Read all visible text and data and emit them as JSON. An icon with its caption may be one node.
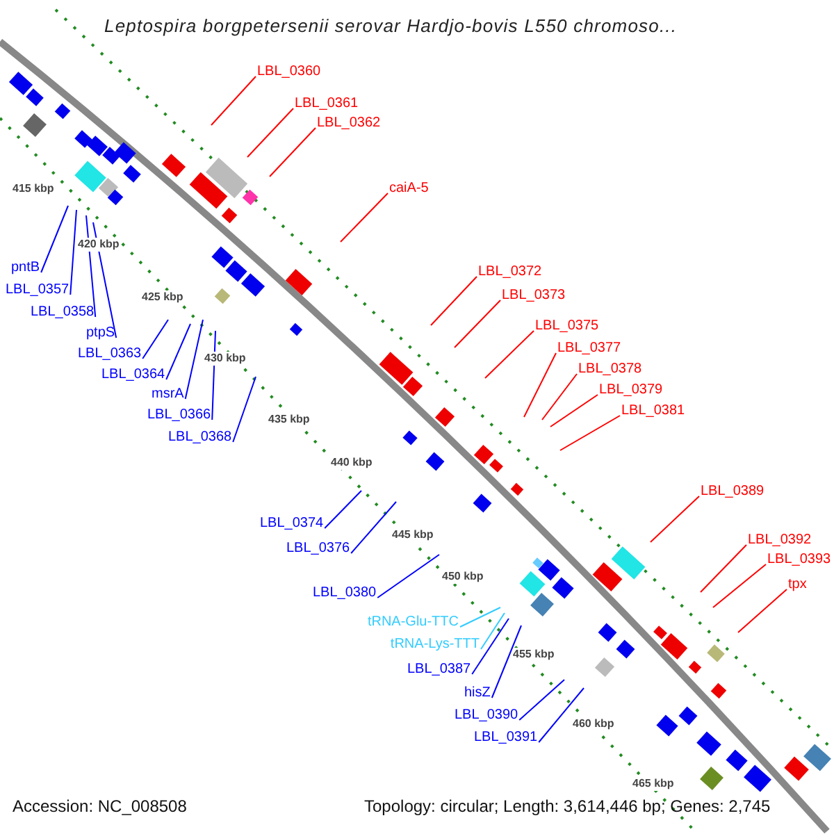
{
  "diagram": {
    "title": "Leptospira borgpetersenii serovar Hardjo-bovis L550 chromoso...",
    "nodes": [
      {
        "text": [
          "LBL_0360"
        ]
      },
      {
        "text": [
          "LBL_0361"
        ]
      },
      {
        "text": [
          "LBL_0362"
        ]
      },
      {
        "text": [
          "caiA-5"
        ]
      },
      {
        "text": [
          "LBL_0372"
        ]
      },
      {
        "text": [
          "LBL_0373"
        ]
      },
      {
        "text": [
          "LBL_0375"
        ]
      },
      {
        "text": [
          "LBL_0377"
        ]
      },
      {
        "text": [
          "LBL_0378"
        ]
      },
      {
        "text": [
          "LBL_0379"
        ]
      },
      {
        "text": [
          "LBL_0381"
        ]
      },
      {
        "text": [
          "LBL_0389"
        ]
      },
      {
        "text": [
          "LBL_0392"
        ]
      },
      {
        "text": [
          "LBL_0393"
        ]
      },
      {
        "text": [
          "tpx"
        ]
      },
      {
        "text": [
          "pntB"
        ]
      },
      {
        "text": [
          "LBL_0357"
        ]
      },
      {
        "text": [
          "LBL_0358"
        ]
      },
      {
        "text": [
          "ptpS"
        ]
      },
      {
        "text": [
          "LBL_0363"
        ]
      },
      {
        "text": [
          "LBL_0364"
        ]
      },
      {
        "text": [
          "msrA"
        ]
      },
      {
        "text": [
          "LBL_0366"
        ]
      },
      {
        "text": [
          "LBL_0368"
        ]
      },
      {
        "text": [
          "LBL_0374"
        ]
      },
      {
        "text": [
          "LBL_0376"
        ]
      },
      {
        "text": [
          "LBL_0380"
        ]
      },
      {
        "text": [
          "tRNA-Glu-TTC"
        ]
      },
      {
        "text": [
          "tRNA-Lys-TTT"
        ]
      },
      {
        "text": [
          "LBL_0387"
        ]
      },
      {
        "text": [
          "hisZ"
        ]
      },
      {
        "text": [
          "LBL_0390"
        ]
      },
      {
        "text": [
          "LBL_0391"
        ]
      }
    ],
    "edges": [
      {
        "from": 0,
        "to": null,
        "arrow": "none",
        "color": "#ff0000"
      },
      {
        "from": 1,
        "to": null,
        "arrow": "none",
        "color": "#ff0000"
      },
      {
        "from": 2,
        "to": null,
        "arrow": "none",
        "color": "#ff0000"
      },
      {
        "from": 3,
        "to": null,
        "arrow": "none",
        "color": "#ff0000"
      },
      {
        "from": 4,
        "to": null,
        "arrow": "none",
        "color": "#ff0000"
      },
      {
        "from": 5,
        "to": null,
        "arrow": "none",
        "color": "#ff0000"
      },
      {
        "from": 6,
        "to": null,
        "arrow": "none",
        "color": "#ff0000"
      },
      {
        "from": 7,
        "to": null,
        "arrow": "none",
        "color": "#ff0000"
      },
      {
        "from": 8,
        "to": null,
        "arrow": "none",
        "color": "#ff0000"
      },
      {
        "from": 9,
        "to": null,
        "arrow": "none",
        "color": "#ff0000"
      },
      {
        "from": 10,
        "to": null,
        "arrow": "none",
        "color": "#ff0000"
      },
      {
        "from": 11,
        "to": null,
        "arrow": "none",
        "color": "#ff0000"
      },
      {
        "from": 12,
        "to": null,
        "arrow": "none",
        "color": "#ff0000"
      },
      {
        "from": 13,
        "to": null,
        "arrow": "none",
        "color": "#ff0000"
      },
      {
        "from": 14,
        "to": null,
        "arrow": "none",
        "color": "#ff0000"
      },
      {
        "from": 15,
        "to": null,
        "arrow": "none"
      },
      {
        "from": 16,
        "to": null,
        "arrow": "none"
      },
      {
        "from": 17,
        "to": null,
        "arrow": "none"
      },
      {
        "from": 18,
        "to": null,
        "arrow": "none"
      },
      {
        "from": 19,
        "to": null,
        "arrow": "none"
      },
      {
        "from": 20,
        "to": null,
        "arrow": "none"
      },
      {
        "from": 21,
        "to": null,
        "arrow": "none"
      },
      {
        "from": 22,
        "to": null,
        "arrow": "none"
      },
      {
        "from": 23,
        "to": null,
        "arrow": "none"
      },
      {
        "from": 24,
        "to": null,
        "arrow": "none"
      },
      {
        "from": 25,
        "to": null,
        "arrow": "none"
      },
      {
        "from": 26,
        "to": null,
        "arrow": "none"
      },
      {
        "from": 27,
        "to": null,
        "arrow": "none",
        "color": "#33ccff"
      },
      {
        "from": 28,
        "to": null,
        "arrow": "none",
        "color": "#33ccff"
      },
      {
        "from": 29,
        "to": null,
        "arrow": "none"
      },
      {
        "from": 30,
        "to": null,
        "arrow": "none"
      },
      {
        "from": 31,
        "to": null,
        "arrow": "none"
      },
      {
        "from": 32,
        "to": null,
        "arrow": "none"
      }
    ],
    "labels": [
      "415 kbp",
      "420 kbp",
      "425 kbp",
      "430 kbp",
      "435 kbp",
      "440 kbp",
      "445 kbp",
      "450 kbp",
      "455 kbp",
      "460 kbp",
      "465 kbp",
      "Accession: NC_008508",
      "Topology: circular; Length: 3,614,446 bp; Genes: 2,745"
    ]
  }
}
